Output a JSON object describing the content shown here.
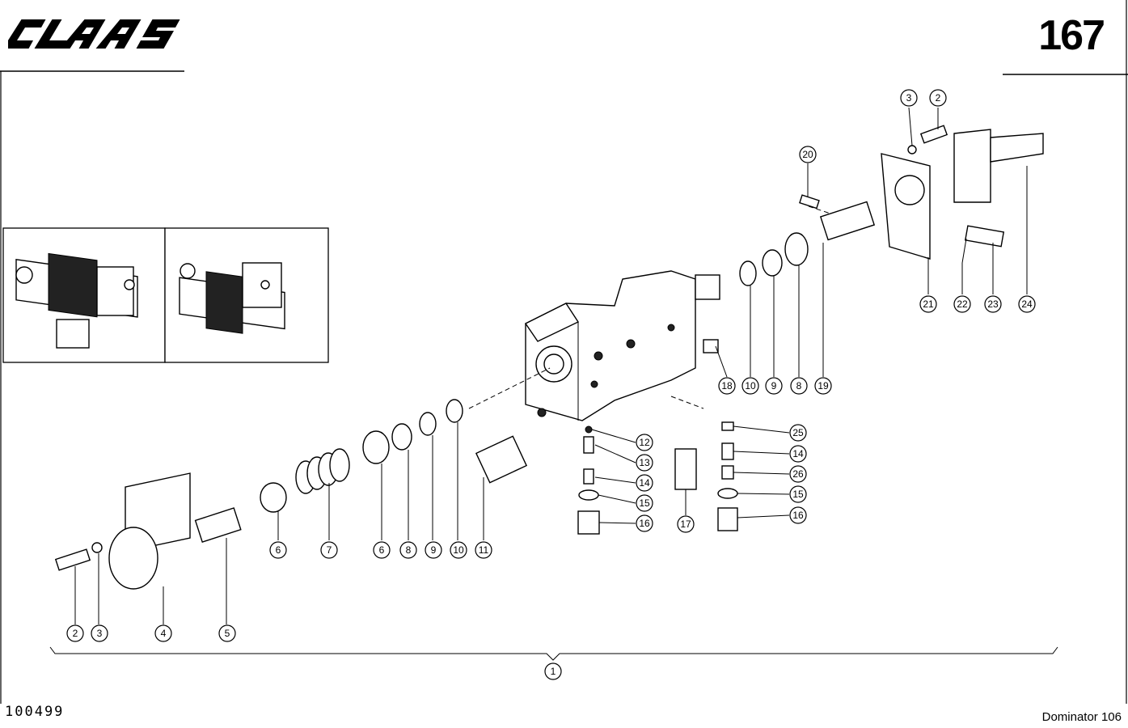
{
  "header": {
    "brand": "CLAAS",
    "page_number": "167"
  },
  "footer": {
    "drawing_number": "100499",
    "model": "Dominator 106"
  },
  "callouts": [
    {
      "id": "c1",
      "label": "1"
    },
    {
      "id": "c2a",
      "label": "2"
    },
    {
      "id": "c3a",
      "label": "3"
    },
    {
      "id": "c4",
      "label": "4"
    },
    {
      "id": "c5",
      "label": "5"
    },
    {
      "id": "c6a",
      "label": "6"
    },
    {
      "id": "c7",
      "label": "7"
    },
    {
      "id": "c6b",
      "label": "6"
    },
    {
      "id": "c8a",
      "label": "8"
    },
    {
      "id": "c9a",
      "label": "9"
    },
    {
      "id": "c10a",
      "label": "10"
    },
    {
      "id": "c11",
      "label": "11"
    },
    {
      "id": "c12",
      "label": "12"
    },
    {
      "id": "c13",
      "label": "13"
    },
    {
      "id": "c14a",
      "label": "14"
    },
    {
      "id": "c15a",
      "label": "15"
    },
    {
      "id": "c16a",
      "label": "16"
    },
    {
      "id": "c17",
      "label": "17"
    },
    {
      "id": "c25",
      "label": "25"
    },
    {
      "id": "c14b",
      "label": "14"
    },
    {
      "id": "c26",
      "label": "26"
    },
    {
      "id": "c15b",
      "label": "15"
    },
    {
      "id": "c16b",
      "label": "16"
    },
    {
      "id": "c18",
      "label": "18"
    },
    {
      "id": "c10b",
      "label": "10"
    },
    {
      "id": "c9b",
      "label": "9"
    },
    {
      "id": "c8b",
      "label": "8"
    },
    {
      "id": "c19",
      "label": "19"
    },
    {
      "id": "c20",
      "label": "20"
    },
    {
      "id": "c3b",
      "label": "3"
    },
    {
      "id": "c2b",
      "label": "2"
    },
    {
      "id": "c21",
      "label": "21"
    },
    {
      "id": "c22",
      "label": "22"
    },
    {
      "id": "c23",
      "label": "23"
    },
    {
      "id": "c24",
      "label": "24"
    }
  ]
}
